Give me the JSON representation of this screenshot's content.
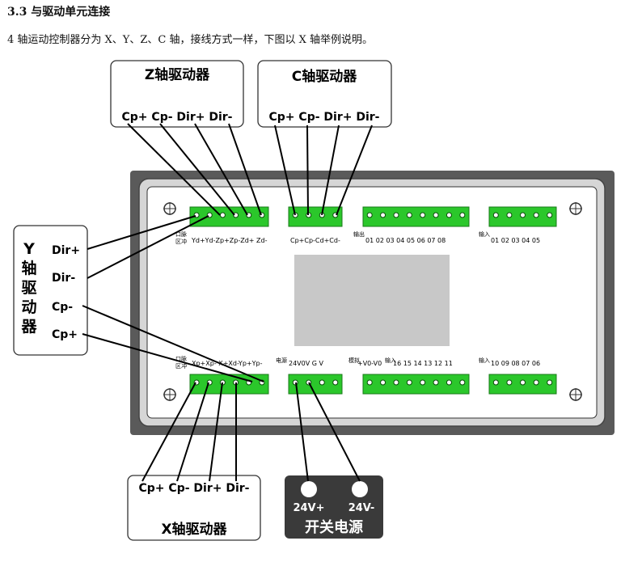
{
  "heading": "3.3 与驱动单元连接",
  "intro": "4 轴运动控制器分为 X、Y、Z、C 轴，接线方式一样，下图以 X 轴举例说明。",
  "z_driver": {
    "title": "Z轴驱动器",
    "pins": "Cp+ Cp- Dir+ Dir-"
  },
  "c_driver": {
    "title": "C轴驱动器",
    "pins": "Cp+ Cp- Dir+ Dir-"
  },
  "y_driver": {
    "title_chars": [
      "Y",
      "轴",
      "驱",
      "动",
      "器"
    ],
    "pins": [
      "Dir+",
      "Dir-",
      "Cp-",
      "Cp+"
    ]
  },
  "x_driver": {
    "title": "X轴驱动器",
    "pins": "Cp+ Cp- Dir+ Dir-"
  },
  "power": {
    "left": "24V+",
    "right": "24V-",
    "title": "开关电源"
  },
  "board": {
    "top_left_side": "口脉",
    "top_left_side2": "区冲",
    "top_left_pins": "Yd+Yd-Zp+Zp-Zd+ Zd-",
    "top_mid_pins": "Cp+Cp-Cd+Cd-",
    "top_out_label": "输出",
    "top_out_pins": "01 02 03 04 05 06 07 08",
    "top_in_label": "输入",
    "top_in_pins": "01 02 03 04 05",
    "bot_left_side": "口脉",
    "bot_left_side2": "区冲",
    "bot_left_pins": "Xp+Xp- X+Xd-Yp+Yp-",
    "bot_power_label": "电源",
    "bot_power_pins": "24V0V G V",
    "bot_analog_label": "模拟",
    "bot_analog_pins": "+V0-V0",
    "bot_in_label": "输入",
    "bot_in_pins": "16 15 14 13 12 11",
    "bot_in2_label": "输入",
    "bot_in2_pins": "10 09 08 07 06"
  },
  "colors": {
    "terminal": "#2bc72b",
    "frame_outer": "#5a5a5a",
    "frame_inner": "#d4d4d4",
    "screen": "#c8c8c8",
    "power_box": "#3a3a3a"
  }
}
